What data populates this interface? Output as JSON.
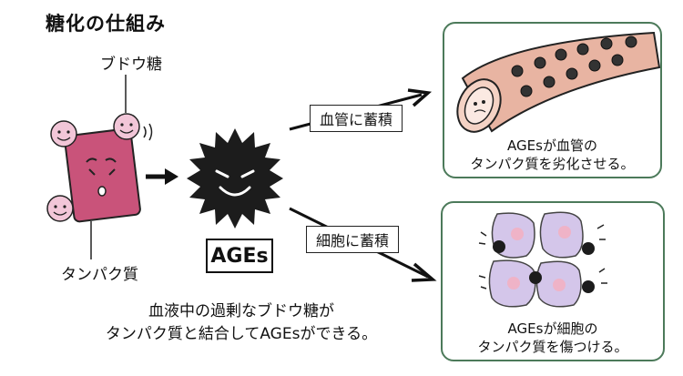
{
  "title": "糖化の仕組み",
  "glucose_label": "ブドウ糖",
  "protein_label": "タンパク質",
  "ages_label": "AGEs",
  "vessel_arrow_label": "血管に蓄積",
  "cell_arrow_label": "細胞に蓄積",
  "vessel_panel": {
    "line1": "AGEsが血管の",
    "line2": "タンパク質を劣化させる。"
  },
  "cell_panel": {
    "line1": "AGEsが細胞の",
    "line2": "タンパク質を傷つける。"
  },
  "bottom_caption": {
    "line1": "血液中の過剰なブドウ糖が",
    "line2": "タンパク質と結合してAGEsができる。"
  },
  "colors": {
    "protein": "#c9537a",
    "glucose": "#f2c6d8",
    "vessel": "#e8b4a2",
    "cell": "#d4c6ea",
    "cell_nucleus": "#efb3c7",
    "panel_border": "#4c7a5a",
    "age_spiky": "#1c1c1c"
  }
}
